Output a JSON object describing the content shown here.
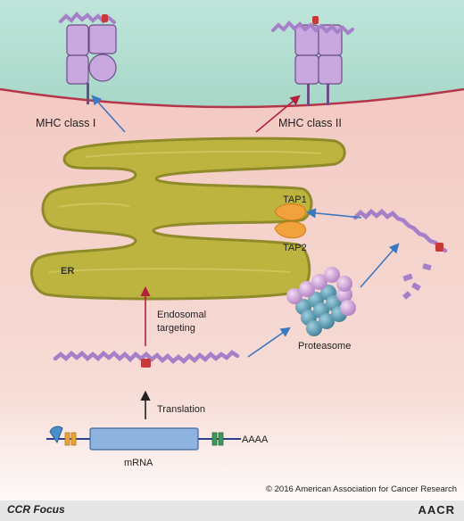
{
  "labels": {
    "mhc_class_1": "MHC class I",
    "mhc_class_2": "MHC class II",
    "tap1": "TAP1",
    "tap2": "TAP2",
    "er": "ER",
    "endosomal_targeting_line1": "Endosomal",
    "endosomal_targeting_line2": "targeting",
    "proteasome": "Proteasome",
    "translation": "Translation",
    "mrna": "mRNA",
    "poly_a": "AAAA"
  },
  "copyright": "© 2016 American Association for Cancer Research",
  "footer": {
    "journal": "CCR Focus",
    "logo": "AACR"
  },
  "colors": {
    "extracellular": "#b5dfd3",
    "cytoplasm": "#f4cfc9",
    "membrane": "#b3364a",
    "er_fill": "#bcb43f",
    "er_edge": "#8f8a2a",
    "mhc_fill": "#c9a8df",
    "mhc_edge": "#6b4f86",
    "peptide": "#a57fc8",
    "peptide_red": "#c83a3a",
    "tap": "#f2a23c",
    "proteasome_teal": "#4f90a6",
    "proteasome_pink": "#cfa2d8",
    "arrow_blue": "#3a78c0",
    "arrow_red": "#b3213a",
    "arrow_black": "#222222",
    "mrna_body": "#8fb3df",
    "utr_orange": "#e9a33a",
    "utr_green": "#3a9a5a",
    "cap_blue": "#4a8ec8"
  }
}
